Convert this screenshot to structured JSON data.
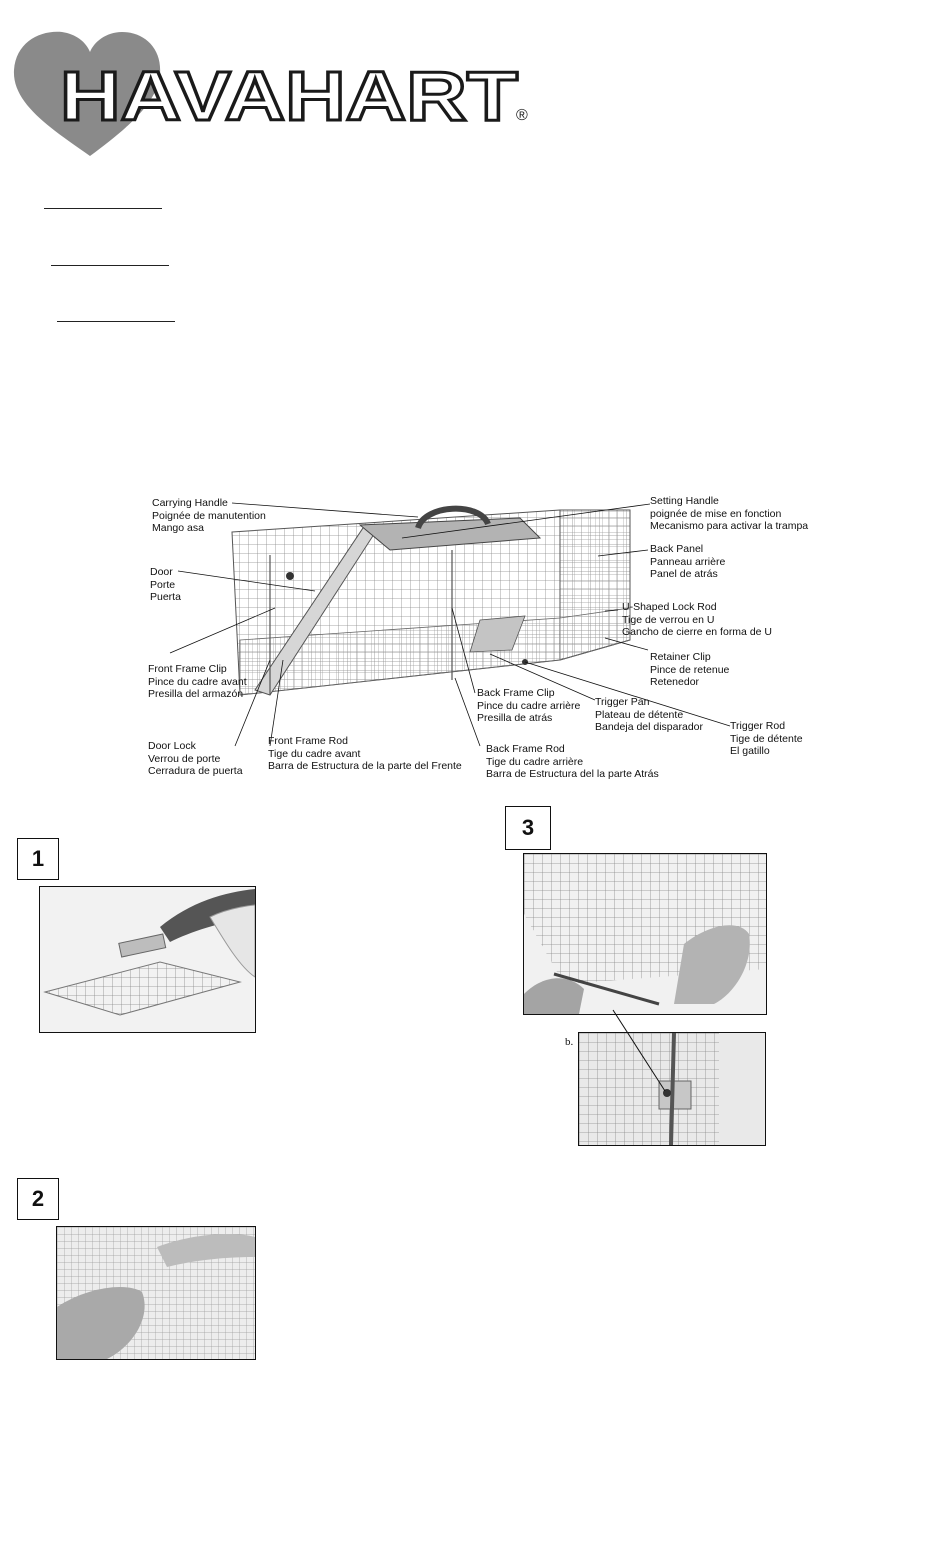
{
  "brand": {
    "name": "HAVAHART",
    "registered_mark": "®"
  },
  "diagram": {
    "labels": {
      "carrying_handle": [
        "Carrying Handle",
        "Poignée de manutention",
        "Mango asa"
      ],
      "setting_handle": [
        "Setting Handle",
        "poignée  de mise en fonction",
        "Mecanismo para activar la trampa"
      ],
      "door": [
        "Door",
        "Porte",
        "Puerta"
      ],
      "back_panel": [
        "Back Panel",
        "Panneau arrière",
        "Panel de atrás"
      ],
      "u_shaped_lock_rod": [
        "U-Shaped Lock Rod",
        "Tige de verrou en U",
        "Gancho de cierre en forma de U"
      ],
      "retainer_clip": [
        "Retainer Clip",
        "Pince de retenue",
        "Retenedor"
      ],
      "front_frame_clip": [
        "Front Frame Clip",
        "Pince du cadre avant",
        "Presilla del armazón"
      ],
      "back_frame_clip": [
        "Back Frame Clip",
        "Pince du cadre arrière",
        "Presilla de atrás"
      ],
      "trigger_pan": [
        "Trigger Pan",
        "Plateau de détente",
        "Bandeja del disparador"
      ],
      "trigger_rod": [
        "Trigger Rod",
        "Tige de détente",
        "El gatillo"
      ],
      "door_lock": [
        "Door Lock",
        "Verrou de porte",
        "Cerradura de puerta"
      ],
      "front_frame_rod": [
        "Front Frame Rod",
        "Tige du cadre avant",
        "Barra de Estructura de la parte del Frente"
      ],
      "back_frame_rod": [
        "Back Frame Rod",
        "Tige du cadre arrière",
        "Barra de Estructura del la parte Atrás"
      ]
    }
  },
  "steps": [
    {
      "number": "1"
    },
    {
      "number": "2"
    },
    {
      "number": "3",
      "sub_label": "b."
    }
  ],
  "colors": {
    "logo_heart": "#8a8a8a",
    "logo_text_fill": "#ffffff",
    "logo_text_stroke": "#1a1a1a"
  }
}
